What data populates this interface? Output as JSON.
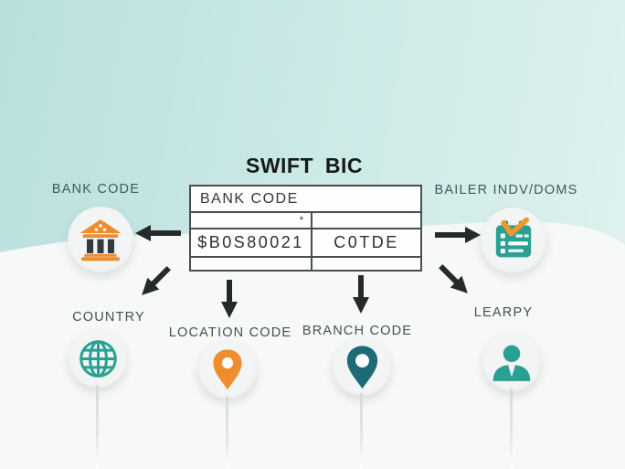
{
  "title": "SWIFT BIC",
  "table": {
    "header": "BANK CODE",
    "marker": "*",
    "left_code": "$B0S80021",
    "right_code": "C0TDE"
  },
  "nodes": {
    "bank_code": {
      "label": "BANK CODE",
      "icon": "bank-building-icon"
    },
    "bailer": {
      "label": "BAILER INDV/DOMS",
      "icon": "calendar-checklist-icon"
    },
    "country": {
      "label": "COUNTRY",
      "icon": "globe-icon"
    },
    "location": {
      "label": "LOCATION CODE",
      "icon": "location-pin-icon"
    },
    "branch": {
      "label": "BRANCH CODE",
      "icon": "map-pin-icon"
    },
    "learpy": {
      "label": "LEARPY",
      "icon": "person-icon"
    }
  },
  "colors": {
    "background_teal": "#c9e8e5",
    "background_white": "#f7f8f8",
    "teal_accent": "#2aa094",
    "dark_teal_pin": "#1d6b76",
    "orange_accent": "#ee8d2e",
    "arrow_dark": "#26292a",
    "table_border": "#4a4e50",
    "label_color": "#3f5a5b"
  }
}
